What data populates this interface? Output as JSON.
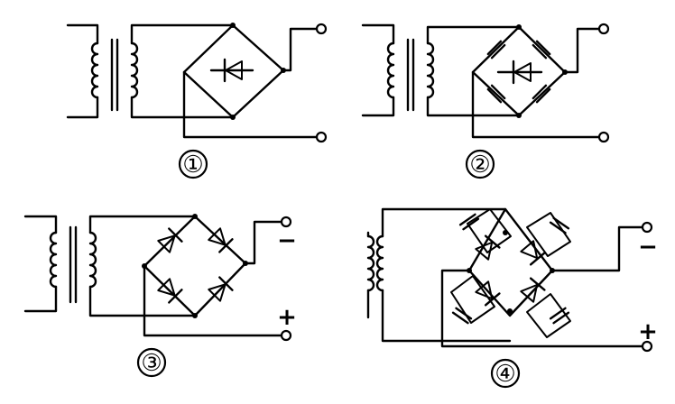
{
  "diagrams": [
    {
      "label": "①",
      "minus": "",
      "plus": ""
    },
    {
      "label": "②",
      "minus": "",
      "plus": ""
    },
    {
      "label": "③",
      "minus": "−",
      "plus": "+"
    },
    {
      "label": "④",
      "minus": "−",
      "plus": "+"
    }
  ]
}
